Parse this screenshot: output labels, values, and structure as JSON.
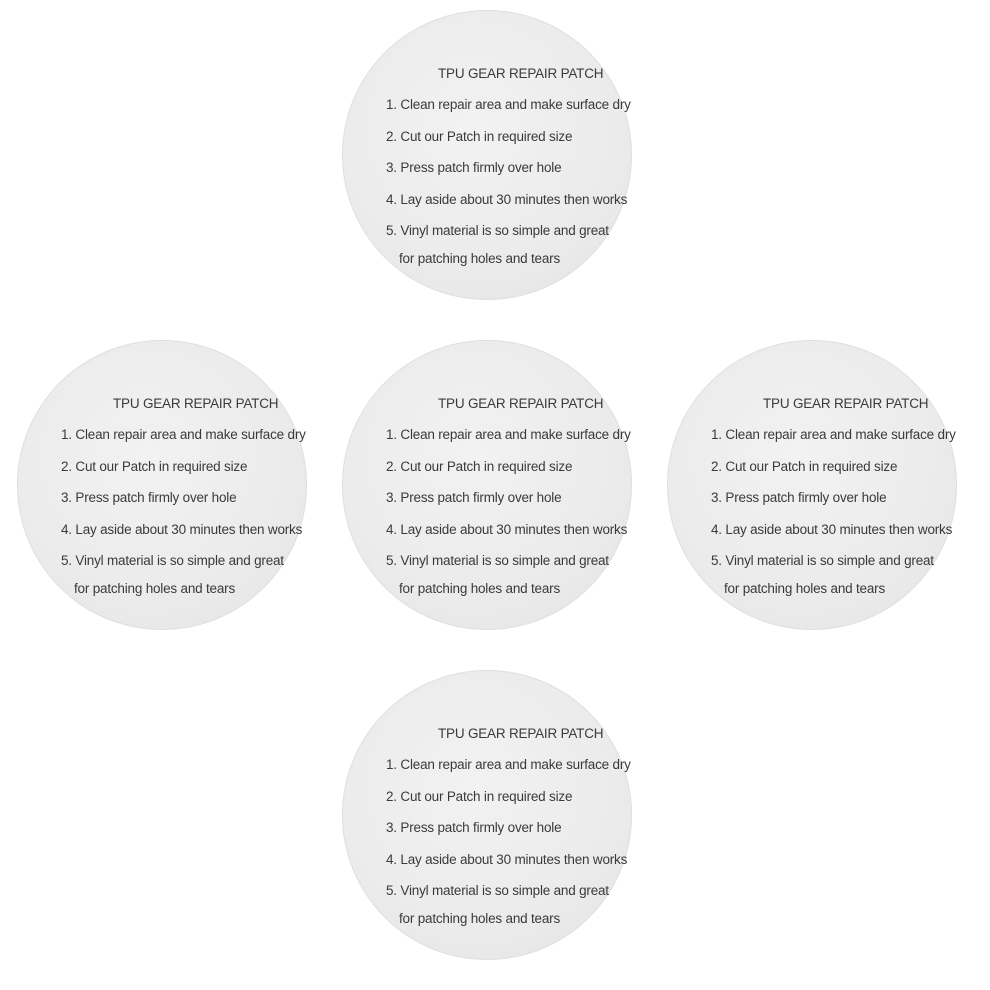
{
  "patches": [
    {
      "title": "TPU GEAR REPAIR PATCH",
      "steps": [
        "1. Clean repair area and make surface dry",
        "2. Cut our Patch in required size",
        "3. Press patch firmly over hole",
        "4. Lay aside about 30 minutes then works",
        "5. Vinyl material is so simple and great",
        "for patching holes and tears"
      ]
    },
    {
      "title": "TPU GEAR REPAIR PATCH",
      "steps": [
        "1. Clean repair area and make surface dry",
        "2. Cut our Patch in required size",
        "3. Press patch firmly over hole",
        "4. Lay aside about 30 minutes then works",
        "5. Vinyl material is so simple and great",
        "for patching holes and tears"
      ]
    },
    {
      "title": "TPU GEAR REPAIR PATCH",
      "steps": [
        "1. Clean repair area and make surface dry",
        "2. Cut our Patch in required size",
        "3. Press patch firmly over hole",
        "4. Lay aside about 30 minutes then works",
        "5. Vinyl material is so simple and great",
        "for patching holes and tears"
      ]
    },
    {
      "title": "TPU GEAR REPAIR PATCH",
      "steps": [
        "1. Clean repair area and make surface dry",
        "2. Cut our Patch in required size",
        "3. Press patch firmly over hole",
        "4. Lay aside about 30 minutes then works",
        "5. Vinyl material is so simple and great",
        "for patching holes and tears"
      ]
    },
    {
      "title": "TPU GEAR REPAIR PATCH",
      "steps": [
        "1. Clean repair area and make surface dry",
        "2. Cut our Patch in required size",
        "3. Press patch firmly over hole",
        "4. Lay aside about 30 minutes then works",
        "5. Vinyl material is so simple and great",
        "for patching holes and tears"
      ]
    }
  ],
  "colors": {
    "background": "#ffffff",
    "patch_fill": "#ebebeb",
    "text": "#3a3a3a"
  }
}
